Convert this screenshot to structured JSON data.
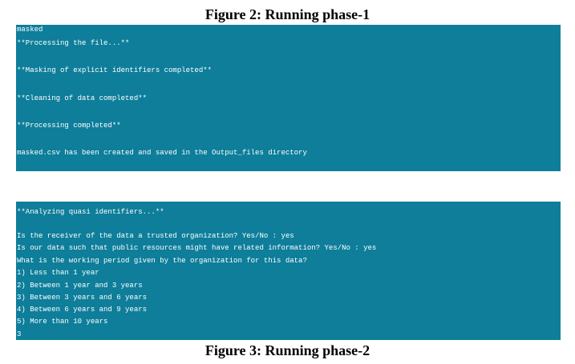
{
  "figure1": {
    "caption": "Figure 2: Running phase-1",
    "lines": [
      "masked",
      "**Processing the file...**",
      "",
      "**Masking of explicit identifiers completed**",
      "",
      "**Cleaning of data completed**",
      "",
      "**Processing completed**",
      "",
      "masked.csv has been created and saved in the Output_files directory"
    ]
  },
  "figure2": {
    "caption": "Figure 3: Running phase-2",
    "lines": [
      "**Analyzing quasi identifiers...**",
      "",
      "Is the receiver of the data a trusted organization? Yes/No : yes",
      "Is our data such that public resources might have related information? Yes/No : yes",
      "What is the working period given by the organization for this data?",
      "1) Less than 1 year",
      "2) Between 1 year and 3 years",
      "3) Between 3 years and 6 years",
      "4) Between 6 years and 9 years",
      "5) More than 10 years",
      "3"
    ]
  },
  "colors": {
    "console_bg": "#0e7e9a",
    "console_text": "#ffffff"
  }
}
